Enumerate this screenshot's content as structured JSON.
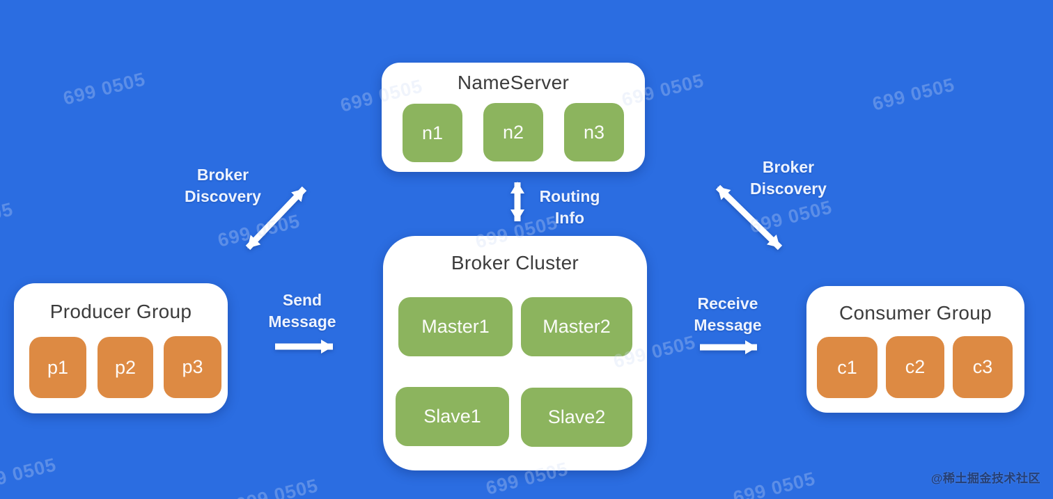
{
  "meta": {
    "tile_watermark": "699 0505",
    "brand_watermark": "@稀土掘金技术社区"
  },
  "colors": {
    "background": "#2B6DE1",
    "panel": "#FFFFFF",
    "node_green": "#8CB45E",
    "node_orange": "#DD8A43",
    "title_text": "#3C3C3C",
    "label_text": "#EDF3FF",
    "arrow": "#FFFFFF"
  },
  "groups": {
    "nameserver": {
      "title": "NameServer",
      "nodes": [
        "n1",
        "n2",
        "n3"
      ]
    },
    "broker_cluster": {
      "title": "Broker Cluster",
      "nodes": [
        "Master1",
        "Master2",
        "Slave1",
        "Slave2"
      ]
    },
    "producer_group": {
      "title": "Producer Group",
      "nodes": [
        "p1",
        "p2",
        "p3"
      ]
    },
    "consumer_group": {
      "title": "Consumer Group",
      "nodes": [
        "c1",
        "c2",
        "c3"
      ]
    }
  },
  "edge_labels": {
    "broker_discovery_left": {
      "line1": "Broker",
      "line2": "Discovery"
    },
    "routing_info": {
      "line1": "Routing",
      "line2": "Info"
    },
    "broker_discovery_right": {
      "line1": "Broker",
      "line2": "Discovery"
    },
    "send_message": {
      "line1": "Send",
      "line2": "Message"
    },
    "receive_message": {
      "line1": "Receive",
      "line2": "Message"
    }
  }
}
